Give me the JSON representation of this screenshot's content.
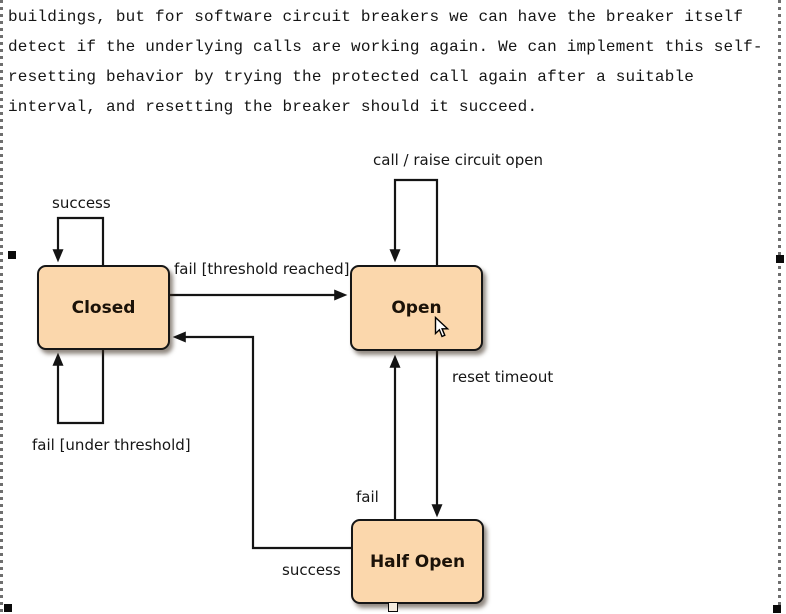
{
  "paragraph": {
    "lines": [
      "buildings, but for software circuit breakers we can have the breaker itself",
      "detect if the underlying calls are working again. We can implement this self-",
      "resetting behavior by trying the protected call again after a suitable",
      "interval, and resetting the breaker should it succeed."
    ]
  },
  "diagram": {
    "states": [
      {
        "id": "closed",
        "label": "Closed"
      },
      {
        "id": "open",
        "label": "Open"
      },
      {
        "id": "half_open",
        "label": "Half Open"
      }
    ],
    "transitions": {
      "success_top": "success",
      "call_raise": "call / raise circuit open",
      "fail_threshold": "fail [threshold reached]",
      "reset_timeout": "reset timeout",
      "fail_under": "fail [under threshold]",
      "fail": "fail",
      "success_bottom": "success"
    },
    "colors": {
      "state_fill": "#FBD7AC",
      "state_border": "#161616",
      "line": "#141414"
    }
  },
  "selection": {
    "handle_color": "#0a0a0a",
    "boundary_color": "#6f6f6f"
  }
}
